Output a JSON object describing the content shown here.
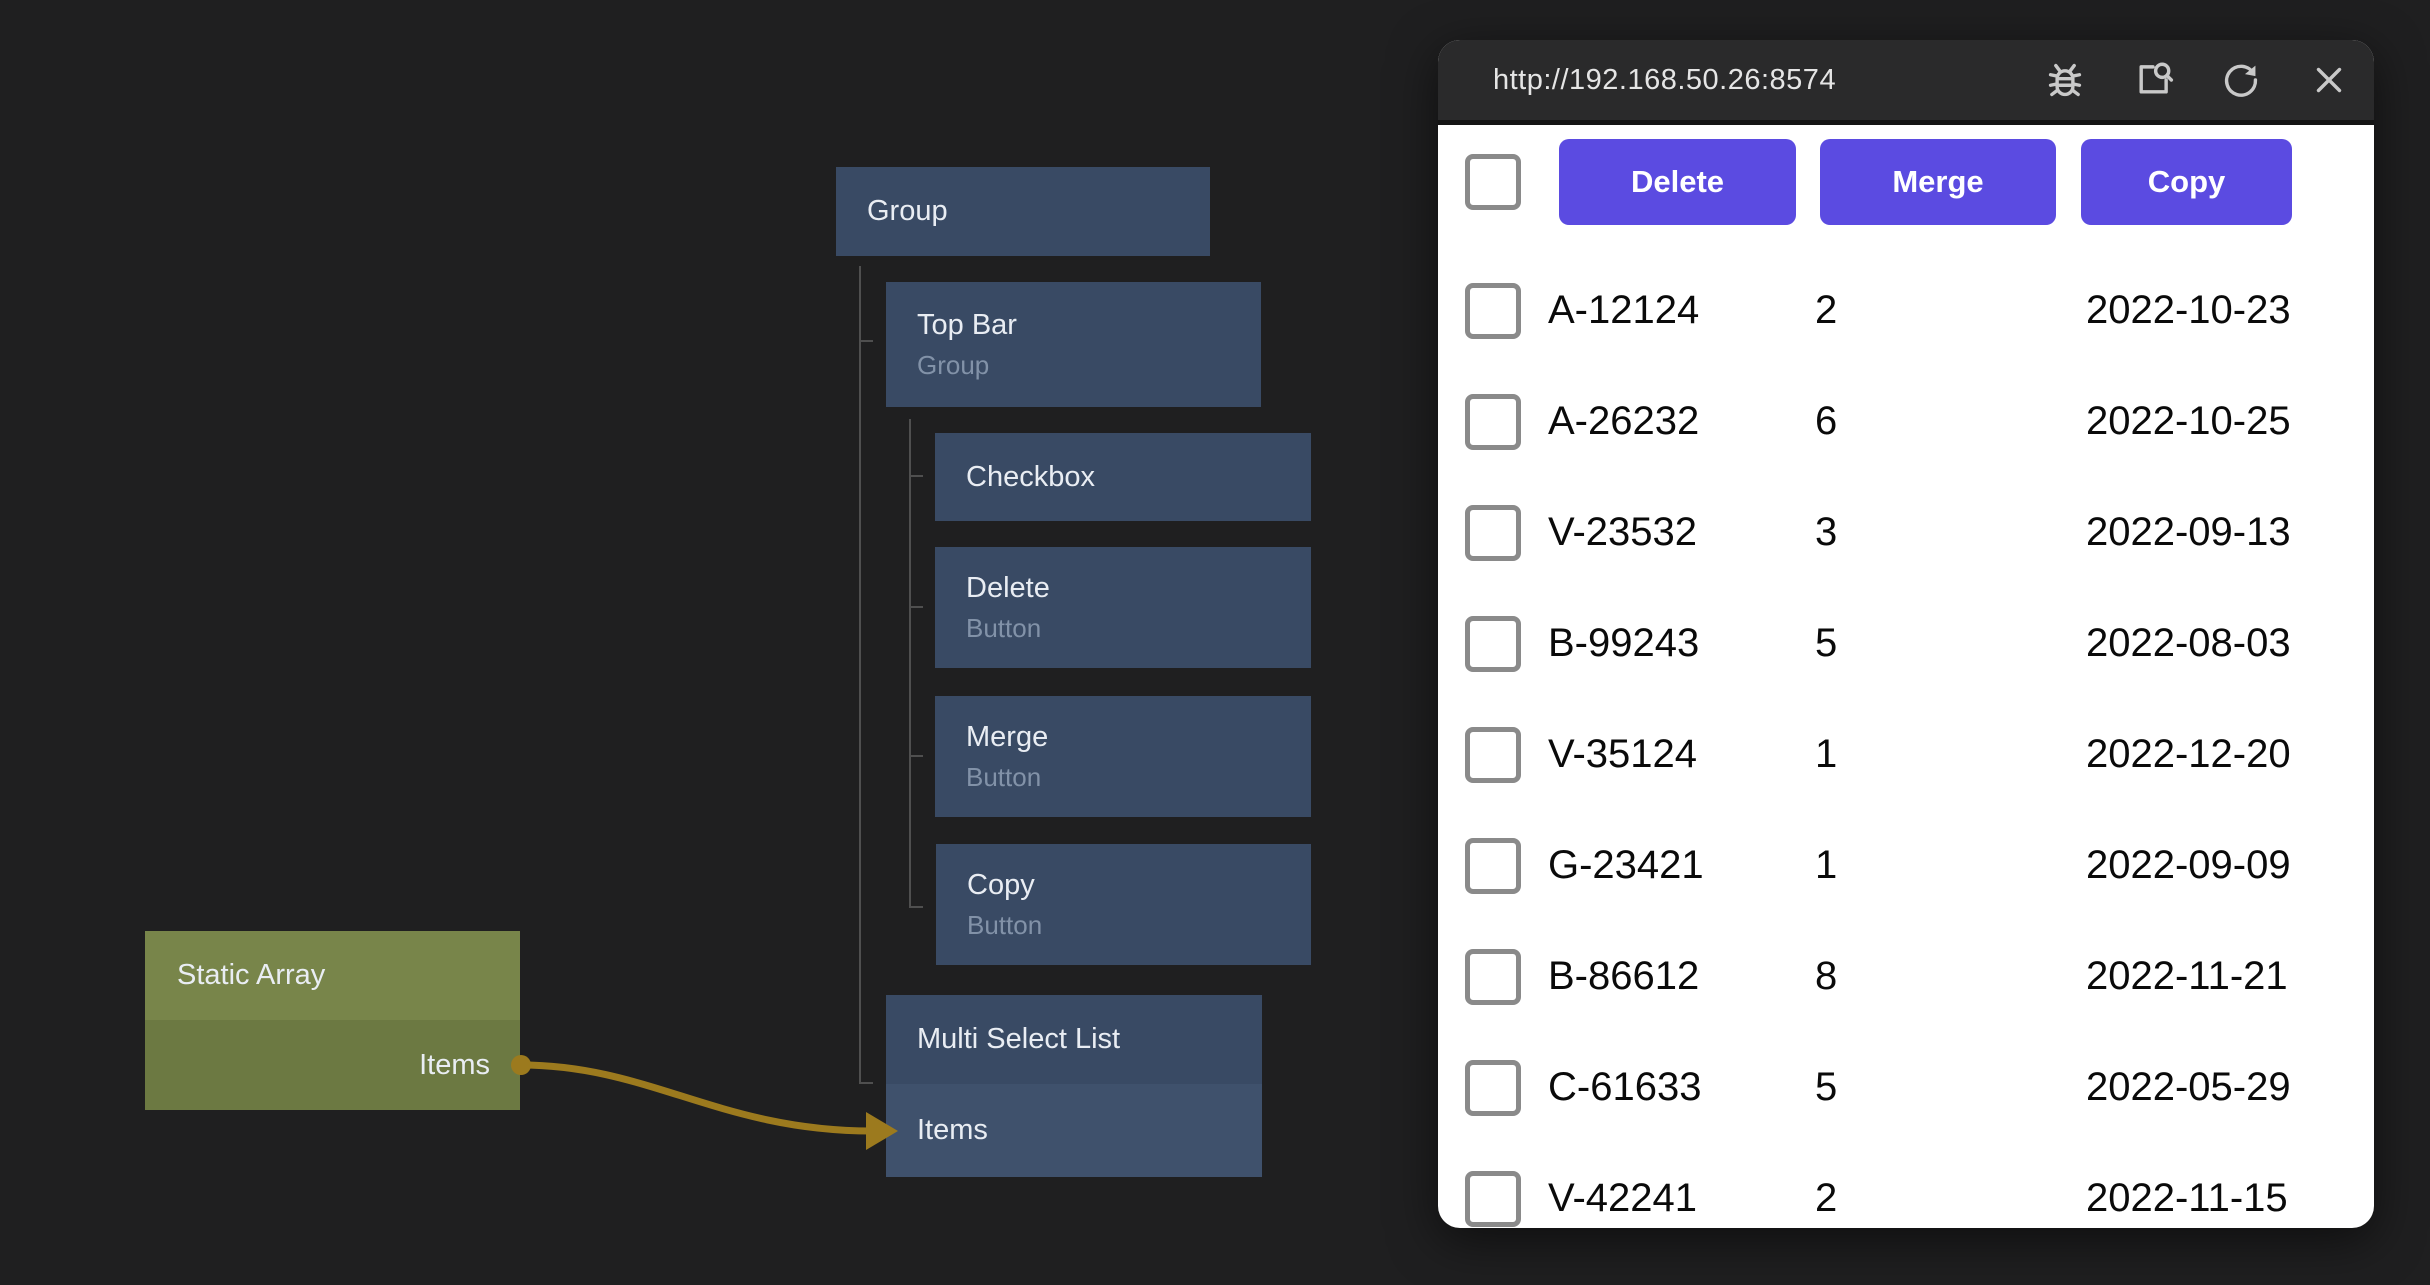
{
  "colors": {
    "bg": "#1f1f20",
    "node": "#394a64",
    "node_row": "#3f516c",
    "array_header": "#78854a",
    "array_body": "#6c7942",
    "edge": "#9c7a1e",
    "tree_line": "#4f4f4f",
    "accent": "#5b4be1",
    "titlebar": "#2a2a2b"
  },
  "canvas": {
    "nodes": {
      "group": {
        "title": "Group"
      },
      "topbar": {
        "title": "Top Bar",
        "subtitle": "Group"
      },
      "checkbox": {
        "title": "Checkbox"
      },
      "delete": {
        "title": "Delete",
        "subtitle": "Button"
      },
      "merge": {
        "title": "Merge",
        "subtitle": "Button"
      },
      "copy": {
        "title": "Copy",
        "subtitle": "Button"
      },
      "multiselect": {
        "title": "Multi Select List",
        "port": "Items"
      },
      "static_array": {
        "title": "Static Array",
        "port": "Items"
      }
    }
  },
  "preview": {
    "url": "http://192.168.50.26:8574",
    "titlebar_icons": [
      "debug-icon",
      "inspect-icon",
      "reload-icon",
      "close-icon"
    ],
    "toolbar": {
      "buttons": [
        "Delete",
        "Merge",
        "Copy"
      ]
    },
    "rows": [
      {
        "id": "A-12124",
        "qty": "2",
        "date": "2022-10-23"
      },
      {
        "id": "A-26232",
        "qty": "6",
        "date": "2022-10-25"
      },
      {
        "id": "V-23532",
        "qty": "3",
        "date": "2022-09-13"
      },
      {
        "id": "B-99243",
        "qty": "5",
        "date": "2022-08-03"
      },
      {
        "id": "V-35124",
        "qty": "1",
        "date": "2022-12-20"
      },
      {
        "id": "G-23421",
        "qty": "1",
        "date": "2022-09-09"
      },
      {
        "id": "B-86612",
        "qty": "8",
        "date": "2022-11-21"
      },
      {
        "id": "C-61633",
        "qty": "5",
        "date": "2022-05-29"
      },
      {
        "id": "V-42241",
        "qty": "2",
        "date": "2022-11-15"
      }
    ]
  }
}
